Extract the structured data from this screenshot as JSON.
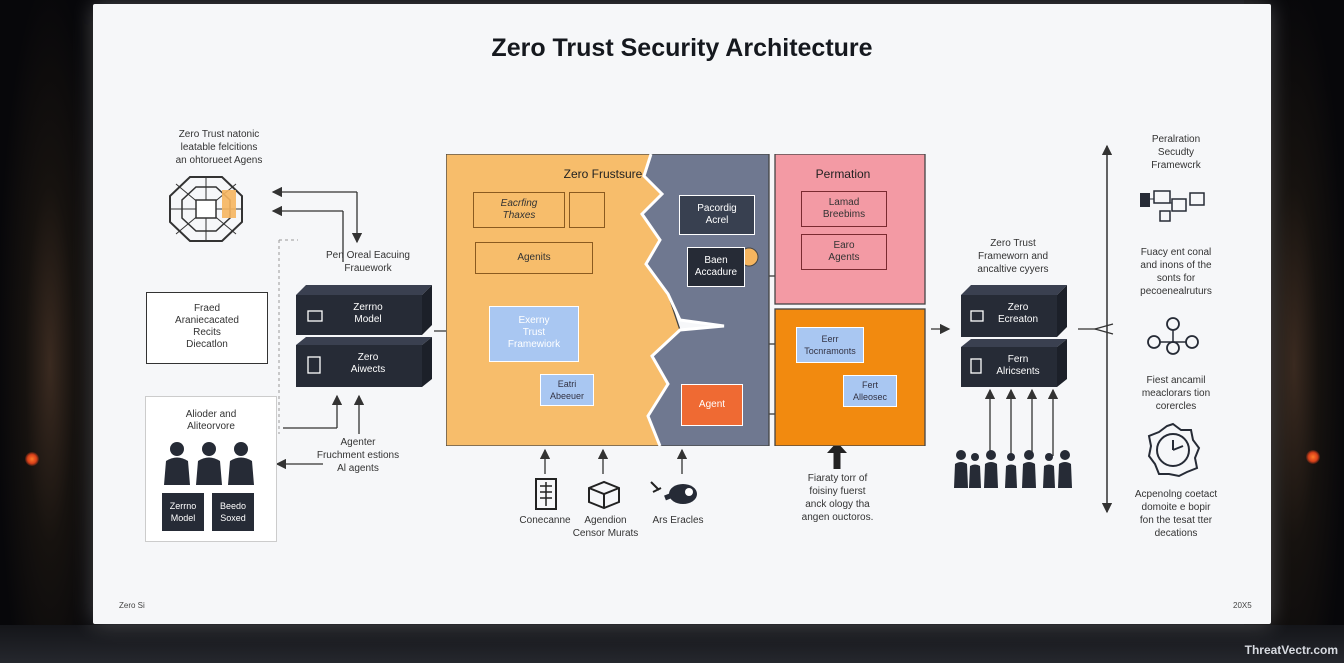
{
  "title": "Zero Trust Security Architecture",
  "watermark": "ThreatVectr.com",
  "footer": {
    "left": "Zero Si",
    "right": "20X5"
  },
  "left": {
    "top_caption": "Zero Trust natonic\nleatable felcitions\nan ohtorueet Agens",
    "box1": "Fraed\nAraniecacated\nRecits\nDiecatlon",
    "people_panel_title": "Alioder and\nAliteorvore",
    "chip1": "Zerrno\nModel",
    "chip2": "Beedo\nSoxed",
    "cube_caption": "Pen Oreal Eacuing\nFrauework",
    "cube1": "Zerrno\nModel",
    "cube2": "Zero\nAiwects",
    "bottom_caption": "Agenter\nFruchment estions\nAl agents"
  },
  "center": {
    "orange_title": "Zero Frustsure",
    "o_box1": "Eacrfing\nThaxes",
    "o_box3": "Agenits",
    "o_box4": "Exerny\nTrust\nFramewiork",
    "o_box5": "Eatri\nAbeeuer",
    "g_box1": "Pacordig\nAcrel",
    "g_box2": "Baen\nAccadure",
    "g_agent": "Agent",
    "pink_title": "Permation",
    "p_box1": "Lamad\nBreebims",
    "p_box2": "Earo\nAgents",
    "or_box1": "Eerr\nTocnramonts",
    "or_box2": "Fert\nAlleosec",
    "icon1": "Conecanne",
    "icon2": "Agendion\nCensor Murats",
    "icon3": "Ars Eracles",
    "arrow_caption": "Fiaraty torr of\nfoisiny fuerst\nanck ology tha\nangen ouctoros."
  },
  "right": {
    "caption": "Zero Trust\nFrameworn and\nancaltive cyyers",
    "cube1": "Zero\nEcreaton",
    "cube2": "Fern\nAlricsents",
    "r1": "Peralration\nSecudty\nFramewcrk",
    "r2": "Fuacy ent conal\nand inons of the\nsonts for\npecoenealruturs",
    "r3": "Fiest ancamil\nmeaclorars tion\ncorercles",
    "r4": "Acpenolng coetact\ndomoite e bopir\nfon the tesat tter\ndecations"
  },
  "colors": {
    "orange_panel": "#f7bd6b",
    "slate_panel": "#6f7890",
    "pink_panel": "#f39aa4",
    "deep_orange_panel": "#f28a0f",
    "blue_box": "#a9c7f2",
    "agent_box": "#ef6a33",
    "dark_cube": "#262b36"
  }
}
